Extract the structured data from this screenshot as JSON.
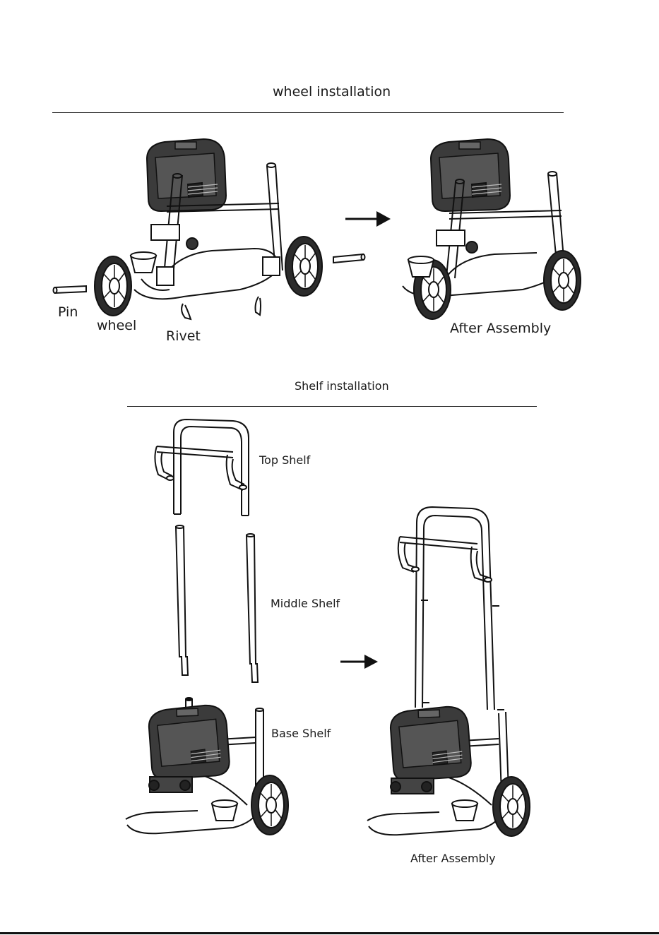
{
  "sections": {
    "wheel": {
      "title": "wheel installation",
      "labels": {
        "pin": "Pin",
        "wheel": "wheel",
        "rivet": "Rivet",
        "after": "After Assembly"
      }
    },
    "shelf": {
      "title": "Shelf  installation",
      "labels": {
        "top": "Top Shelf",
        "middle": "Middle Shelf",
        "base": "Base Shelf",
        "after": "After Assembly"
      }
    }
  },
  "colors": {
    "ink": "#1a1a1a",
    "line": "#222222",
    "dark_part": "#333333"
  }
}
